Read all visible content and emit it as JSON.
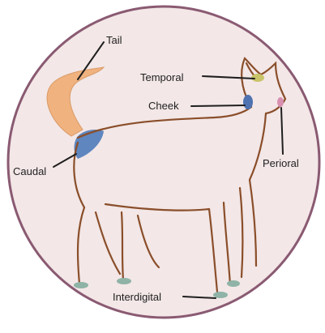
{
  "labels": {
    "tail": "Tail",
    "temporal": "Temporal",
    "cheek": "Cheek",
    "caudal": "Caudal",
    "perioral": "Perioral",
    "interdigital": "Interdigital"
  },
  "colors": {
    "background_circle": "#f3e7e7",
    "circle_border": "#8a5a72",
    "outline": "#8a4e2a",
    "tail": "#f0b27f",
    "caudal_gland": "#5f86bf",
    "cheek_gland": "#4f72b0",
    "temporal_gland": "#c9c46a",
    "perioral_gland": "#d98fb0",
    "interdigital_gland": "#8fb3a6",
    "leader_line": "#1f1f1f"
  }
}
